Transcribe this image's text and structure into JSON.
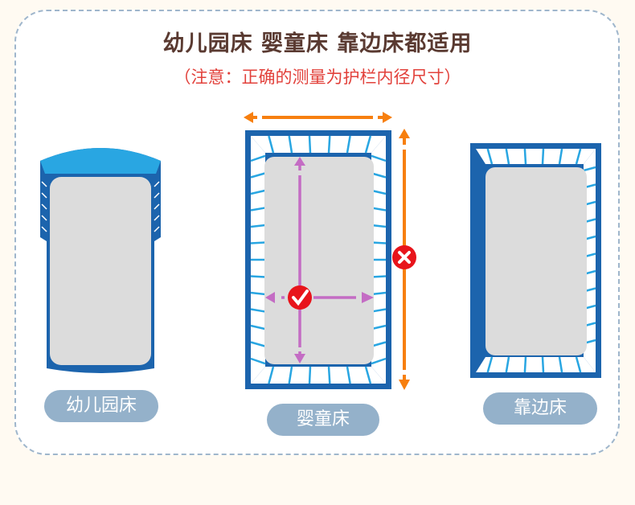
{
  "title": "幼儿园床 婴童床 靠边床都适用",
  "subtitle": "（注意：正确的测量为护栏内径尺寸）",
  "beds": [
    {
      "label": "幼儿园床"
    },
    {
      "label": "婴童床"
    },
    {
      "label": "靠边床"
    }
  ],
  "marks": {
    "correct": "check-icon",
    "wrong": "cross-icon"
  },
  "colors": {
    "frame": "#1c64ad",
    "slat": "#29a6e2",
    "mattress": "#dcdcdc",
    "outer_arrow": "#f77f0e",
    "inner_arrow": "#c46cc4",
    "mark": "#e8141b"
  }
}
